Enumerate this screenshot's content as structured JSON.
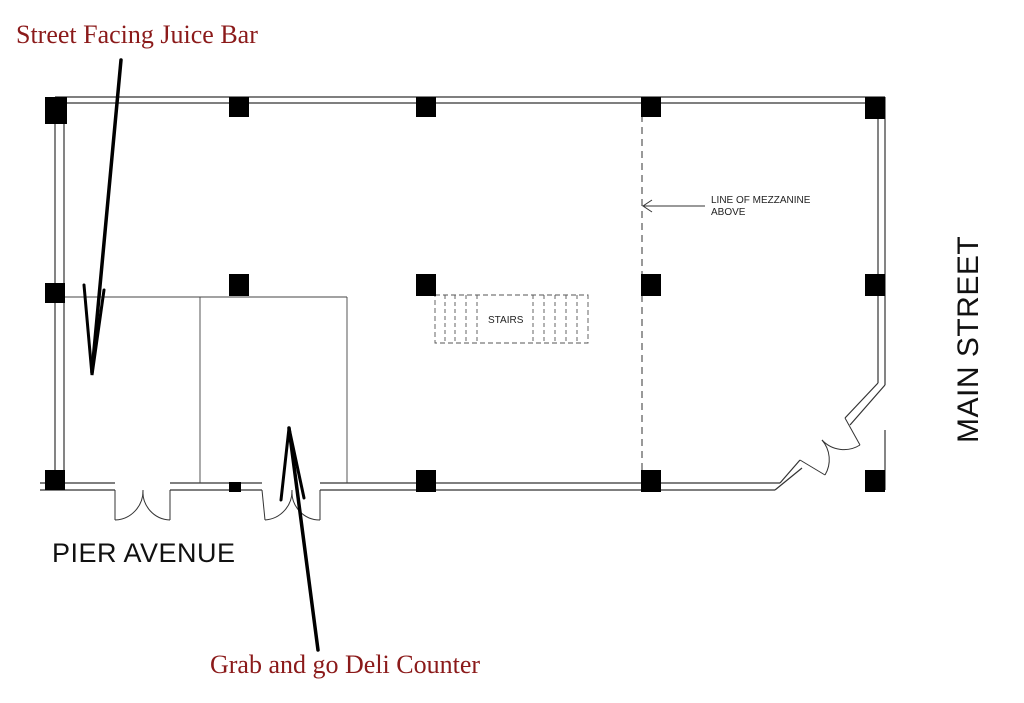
{
  "callouts": {
    "juice_bar": "Street Facing Juice Bar",
    "deli_counter": "Grab and go Deli Counter"
  },
  "streets": {
    "south": "PIER AVENUE",
    "east": "MAIN STREET"
  },
  "plan_labels": {
    "mezzanine_line1": "LINE OF MEZZANINE",
    "mezzanine_line2": "ABOVE",
    "stairs": "STAIRS"
  },
  "colors": {
    "callout_text": "#8b1a1a",
    "linework": "#333333",
    "columns": "#000000",
    "arrows": "#000000"
  },
  "icons": {
    "callout_arrow": "long-arrow-icon",
    "door_swing": "door-swing-icon"
  }
}
